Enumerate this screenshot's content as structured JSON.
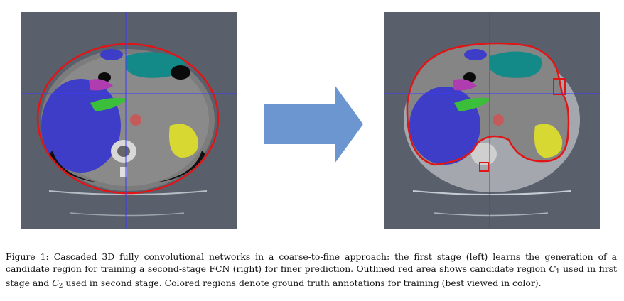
{
  "caption": {
    "label": "Figure 1:",
    "line1_rest": "Cascaded 3D fully convolutional networks in a coarse-to-fine approach: the first stage (left) learns the generation of a candidate region for training a second-stage FCN (right) for finer prediction. Outlined red area shows candidate region",
    "c_symbol": "C",
    "c1_sub": "1",
    "mid_text": "used in first stage and",
    "c2_sub": "2",
    "end_text": "used in second stage. Colored regions denote ground truth annotations for training (best viewed in color)."
  },
  "colors": {
    "panel_bg": "#5a5f6c",
    "candidate_outline": "#e01515",
    "liver": "#3d3dc8",
    "stomach": "#138a88",
    "spleen": "#d8d832",
    "pancreas": "#3bbf3b",
    "gallbladder": "#b03db0",
    "arrow": "#6b96cf",
    "crosshair": "#3b3bff"
  }
}
